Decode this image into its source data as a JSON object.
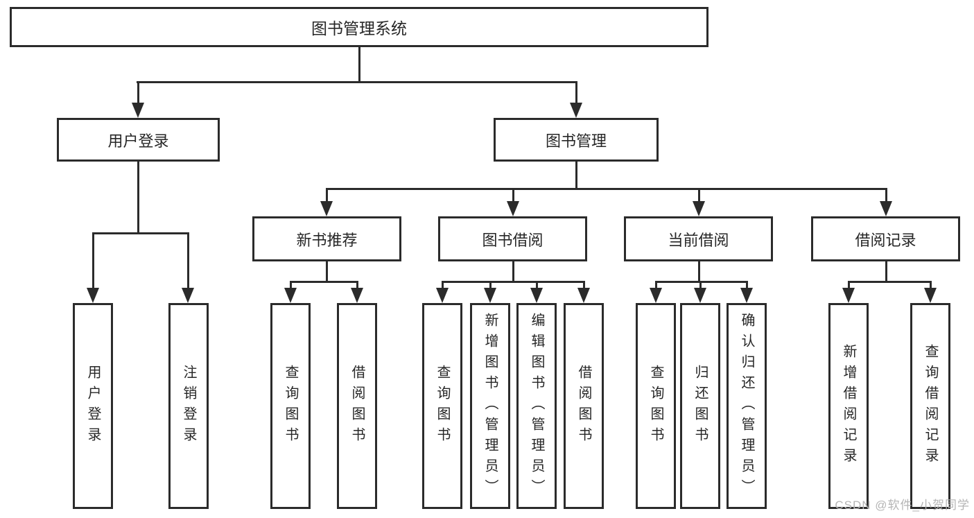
{
  "diagram": {
    "root": "图书管理系统",
    "level2": [
      {
        "label": "用户登录",
        "children": [
          "用户登录",
          "注销登录"
        ]
      },
      {
        "label": "图书管理",
        "children": [
          {
            "label": "新书推荐",
            "children": [
              "查询图书",
              "借阅图书"
            ]
          },
          {
            "label": "图书借阅",
            "children": [
              "查询图书",
              "新增图书（管理员）",
              "编辑图书（管理员）",
              "借阅图书"
            ]
          },
          {
            "label": "当前借阅",
            "children": [
              "查询图书",
              "归还图书",
              "确认归还（管理员）"
            ]
          },
          {
            "label": "借阅记录",
            "children": [
              "新增借阅记录",
              "查询借阅记录"
            ]
          }
        ]
      }
    ]
  },
  "watermark": "CSDN @软件_小贺同学",
  "colors": {
    "line": "#2b2b2b",
    "text": "#262626",
    "background": "#ffffff",
    "watermark": "#b5b5b5"
  }
}
